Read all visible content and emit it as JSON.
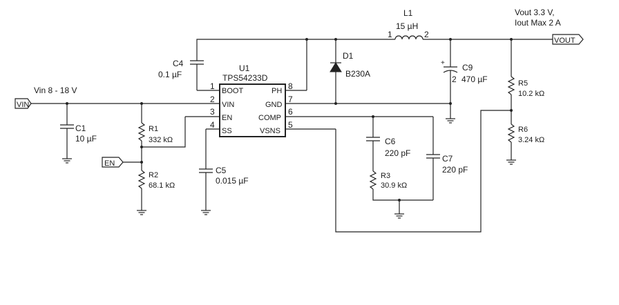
{
  "ic": {
    "ref": "U1",
    "part": "TPS54233D",
    "pins": {
      "p1": {
        "num": "1",
        "name": "BOOT"
      },
      "p2": {
        "num": "2",
        "name": "VIN"
      },
      "p3": {
        "num": "3",
        "name": "EN"
      },
      "p4": {
        "num": "4",
        "name": "SS"
      },
      "p5": {
        "num": "5",
        "name": "VSNS"
      },
      "p6": {
        "num": "6",
        "name": "COMP"
      },
      "p7": {
        "num": "7",
        "name": "GND"
      },
      "p8": {
        "num": "8",
        "name": "PH"
      }
    }
  },
  "ports": {
    "vin": "VIN",
    "en": "EN",
    "vout": "VOUT"
  },
  "annotations": {
    "vin_range": "Vin 8 - 18 V",
    "vout_line1": "Vout 3.3 V,",
    "vout_line2": "Iout Max 2 A"
  },
  "components": {
    "c1": {
      "ref": "C1",
      "value": "10 µF"
    },
    "r1": {
      "ref": "R1",
      "value": "332 kΩ"
    },
    "r2": {
      "ref": "R2",
      "value": "68.1 kΩ"
    },
    "c4": {
      "ref": "C4",
      "value": "0.1 µF"
    },
    "c5": {
      "ref": "C5",
      "value": "0.015 µF"
    },
    "d1": {
      "ref": "D1",
      "value": "B230A"
    },
    "l1": {
      "ref": "L1",
      "value": "15 µH",
      "pin1": "1",
      "pin2": "2"
    },
    "c9": {
      "ref": "C9",
      "value": "470 µF",
      "pin2": "2"
    },
    "c6": {
      "ref": "C6",
      "value": "220 pF"
    },
    "c7": {
      "ref": "C7",
      "value": "220 pF"
    },
    "r3": {
      "ref": "R3",
      "value": "30.9 kΩ"
    },
    "r5": {
      "ref": "R5",
      "value": "10.2 kΩ"
    },
    "r6": {
      "ref": "R6",
      "value": "3.24 kΩ"
    }
  }
}
